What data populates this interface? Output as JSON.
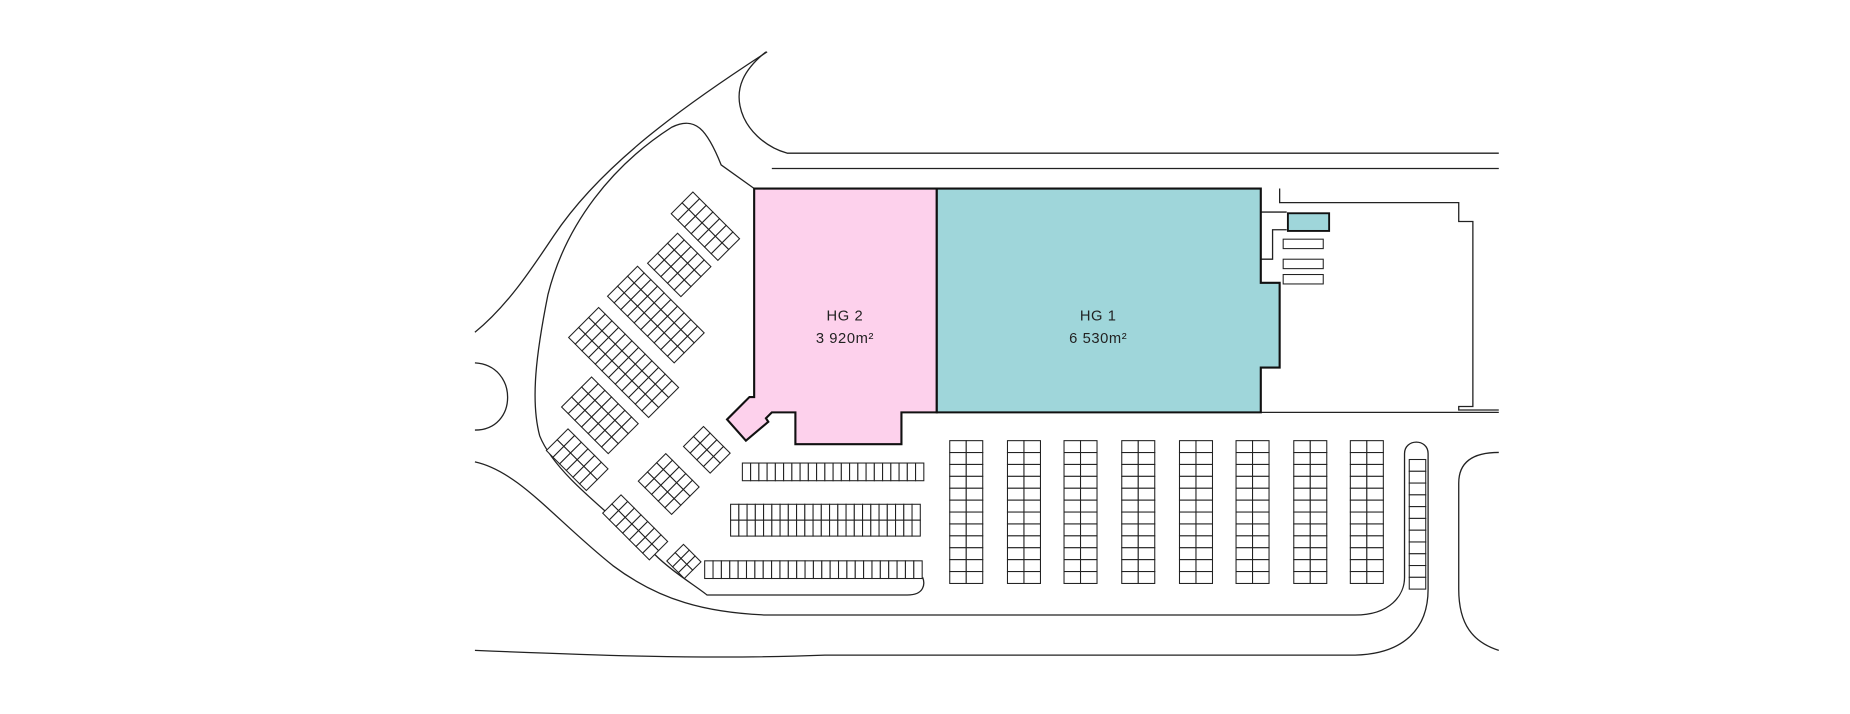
{
  "buildings": [
    {
      "id": "hg2",
      "name": "HG 2",
      "area": "3 920m²",
      "color": "#fdd1ec"
    },
    {
      "id": "hg1",
      "name": "HG 1",
      "area": "6 530m²",
      "color": "#9fd6da"
    }
  ],
  "outline_color": "#222222"
}
